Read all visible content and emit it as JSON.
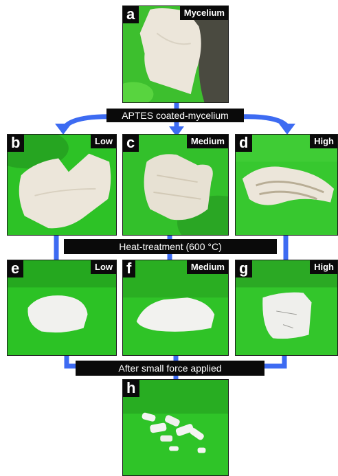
{
  "colors": {
    "arrow": "#3d6bf2",
    "green": "#2fc52a",
    "label_bg": "#0a0a0a",
    "sample": "#ece6da"
  },
  "panels": [
    {
      "key": "a",
      "letter": "a",
      "label": "Mycelium"
    },
    {
      "key": "b",
      "letter": "b",
      "label": "Low"
    },
    {
      "key": "c",
      "letter": "c",
      "label": "Medium"
    },
    {
      "key": "d",
      "letter": "d",
      "label": "High"
    },
    {
      "key": "e",
      "letter": "e",
      "label": "Low"
    },
    {
      "key": "f",
      "letter": "f",
      "label": "Medium"
    },
    {
      "key": "g",
      "letter": "g",
      "label": "High"
    },
    {
      "key": "h",
      "letter": "h",
      "label": ""
    }
  ],
  "steps": {
    "coating": "APTES coated-mycelium",
    "heat": "Heat-treatment (600 °C)",
    "force": "After small force applied"
  }
}
